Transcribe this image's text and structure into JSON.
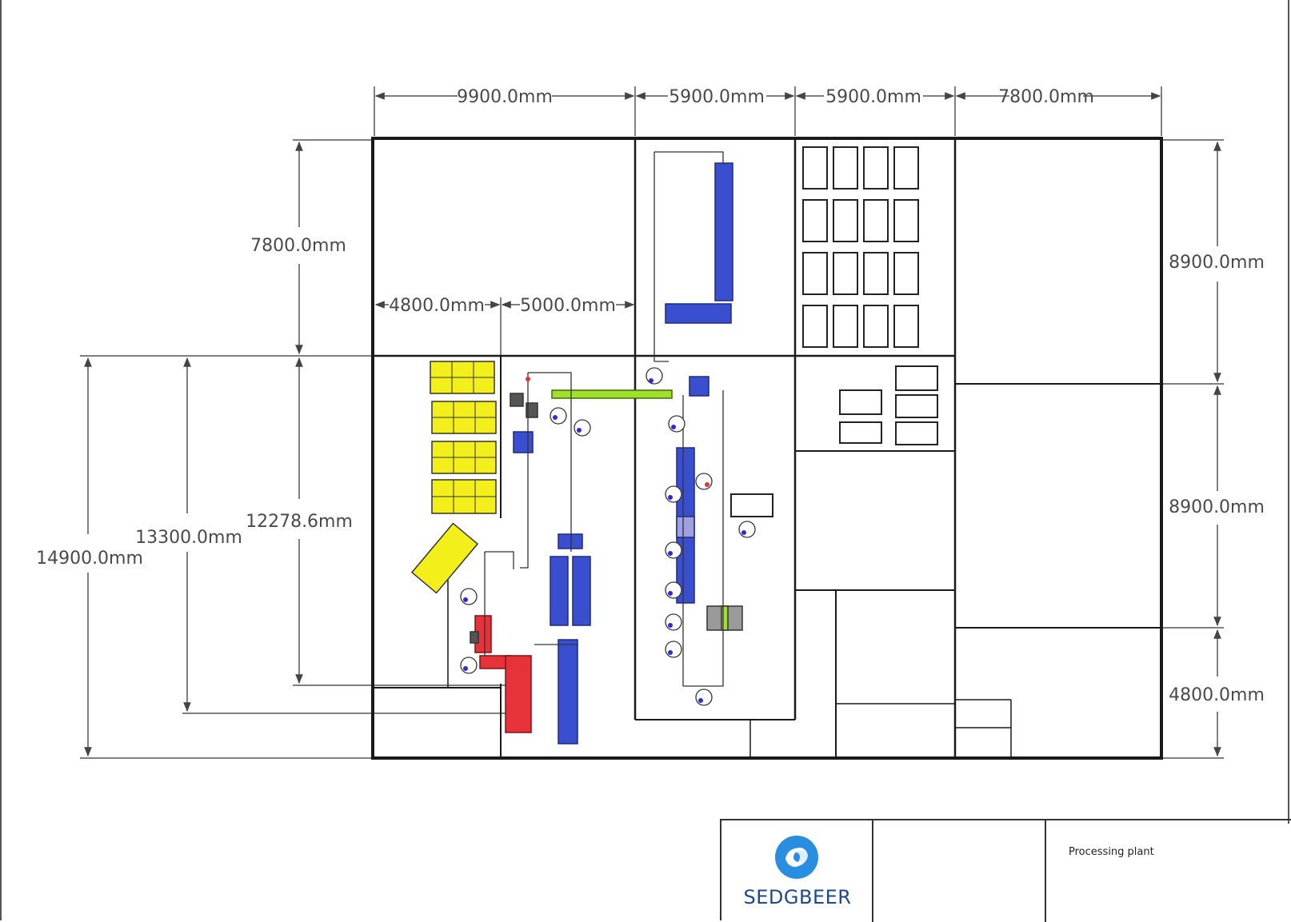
{
  "dimensions": {
    "top": [
      "9900.0mm",
      "5900.0mm",
      "5900.0mm",
      "7800.0mm"
    ],
    "inner_top": [
      "4800.0mm",
      "5000.0mm"
    ],
    "left": [
      "7800.0mm",
      "14900.0mm",
      "13300.0mm",
      "12278.6mm"
    ],
    "right": [
      "8900.0mm",
      "8900.0mm",
      "4800.0mm"
    ]
  },
  "title_block": {
    "brand": "SEDGBEER",
    "drawing_title": "Processing plant"
  },
  "colors": {
    "walls": "#1a1a1a",
    "dimension": "#4a4a4a",
    "tank_blue": "#3a4fd0",
    "pallet_yellow": "#f2ef1a",
    "red_equipment": "#e8323a",
    "conveyor_green": "#9fe02a",
    "grey_equipment": "#9a9a9a",
    "logo_blue": "#2a8ee0"
  }
}
